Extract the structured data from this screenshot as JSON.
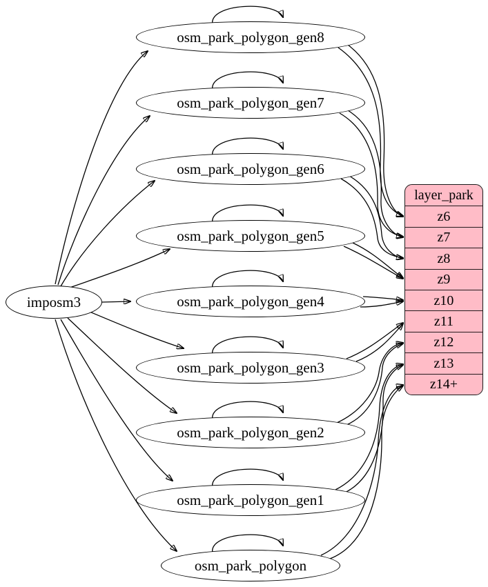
{
  "diagram": {
    "source": {
      "label": "imposm3"
    },
    "tables": [
      {
        "label": "osm_park_polygon_gen8",
        "feeds_zoom": "z6",
        "self_loop": true
      },
      {
        "label": "osm_park_polygon_gen7",
        "feeds_zoom": "z7",
        "self_loop": true
      },
      {
        "label": "osm_park_polygon_gen6",
        "feeds_zoom": "z8",
        "self_loop": true
      },
      {
        "label": "osm_park_polygon_gen5",
        "feeds_zoom": "z9",
        "self_loop": true
      },
      {
        "label": "osm_park_polygon_gen4",
        "feeds_zoom": "z10",
        "self_loop": true
      },
      {
        "label": "osm_park_polygon_gen3",
        "feeds_zoom": "z11",
        "self_loop": true
      },
      {
        "label": "osm_park_polygon_gen2",
        "feeds_zoom": "z12",
        "self_loop": true
      },
      {
        "label": "osm_park_polygon_gen1",
        "feeds_zoom": "z13",
        "self_loop": true
      },
      {
        "label": "osm_park_polygon",
        "feeds_zoom": "z14+",
        "self_loop": true
      }
    ],
    "layer_table": {
      "title": "layer_park",
      "rows": [
        "z6",
        "z7",
        "z8",
        "z9",
        "z10",
        "z11",
        "z12",
        "z13",
        "z14+"
      ]
    },
    "edges": {
      "source_to_tables": [
        "imposm3 -> osm_park_polygon_gen8",
        "imposm3 -> osm_park_polygon_gen7",
        "imposm3 -> osm_park_polygon_gen6",
        "imposm3 -> osm_park_polygon_gen5",
        "imposm3 -> osm_park_polygon_gen4",
        "imposm3 -> osm_park_polygon_gen3",
        "imposm3 -> osm_park_polygon_gen2",
        "imposm3 -> osm_park_polygon_gen1",
        "imposm3 -> osm_park_polygon"
      ],
      "table_to_rows": [
        {
          "from": "osm_park_polygon_gen8",
          "to": "z6",
          "count": 2
        },
        {
          "from": "osm_park_polygon_gen7",
          "to": "z7",
          "count": 2
        },
        {
          "from": "osm_park_polygon_gen6",
          "to": "z8",
          "count": 2
        },
        {
          "from": "osm_park_polygon_gen5",
          "to": "z9",
          "count": 2
        },
        {
          "from": "osm_park_polygon_gen4",
          "to": "z10",
          "count": 2
        },
        {
          "from": "osm_park_polygon_gen3",
          "to": "z11",
          "count": 2
        },
        {
          "from": "osm_park_polygon_gen2",
          "to": "z12",
          "count": 2
        },
        {
          "from": "osm_park_polygon_gen1",
          "to": "z13",
          "count": 2
        },
        {
          "from": "osm_park_polygon",
          "to": "z14+",
          "count": 2
        }
      ]
    },
    "colors": {
      "record_fill": "#ffbcc7",
      "node_fill": "#ffffff",
      "stroke": "#000000",
      "record_border": "#1a1a1a"
    }
  }
}
